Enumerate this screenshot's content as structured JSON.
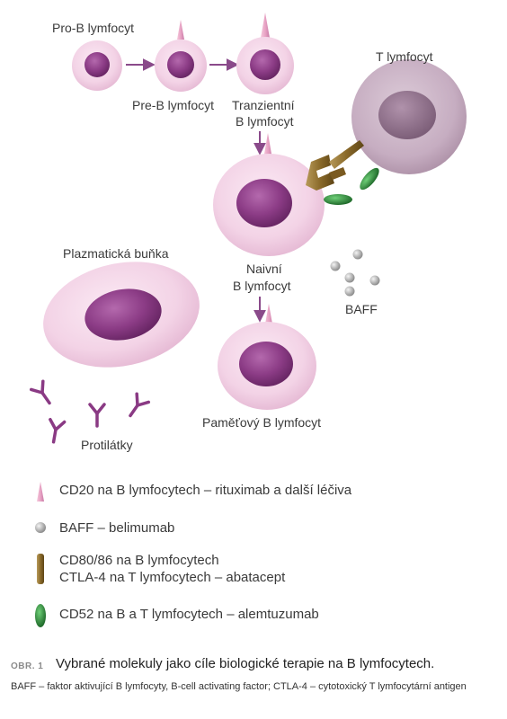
{
  "labels": {
    "pro_b": "Pro-B lymfocyt",
    "pre_b": "Pre-B lymfocyt",
    "tranzientni_1": "Tranzientní",
    "tranzientni_2": "B lymfocyt",
    "t_lymfocyt": "T lymfocyt",
    "plazmaticka": "Plazmatická buňka",
    "naivni_1": "Naivní",
    "naivni_2": "B lymfocyt",
    "baff": "BAFF",
    "pametovy": "Paměťový B lymfocyt",
    "protilatky": "Protilátky"
  },
  "legend": [
    {
      "icon": "cd20-spike-icon",
      "text": "CD20 na B lymfocytech – rituximab a další léčiva"
    },
    {
      "icon": "baff-sphere-icon",
      "text": "BAFF – belimumab"
    },
    {
      "icon": "cd80-rod-icon",
      "text": "CD80/86 na B lymfocytech",
      "text2": "CTLA-4 na T lymfocytech – abatacept"
    },
    {
      "icon": "cd52-ellipse-icon",
      "text": "CD52 na B a T lymfocytech – alemtuzumab"
    }
  ],
  "caption": {
    "number": "OBR. 1",
    "title": "Vybrané molekuly jako cíle biologické terapie na B lymfocytech.",
    "note": "BAFF – faktor aktivující B lymfocyty, B-cell activating factor; CTLA-4 – cytotoxický T lymfocytární antigen"
  },
  "colors": {
    "cell_membrane": "#f2d2e6",
    "b_nucleus": "#8a3a84",
    "t_cell": "#c7aec3",
    "t_nucleus": "#9a7a95",
    "arrow": "#8a4a8a",
    "spike": "#e8a8c8",
    "baff": "#b0b0b0",
    "abatacept": "#8a6a2a",
    "cd52": "#2f8a3a",
    "antibody": "#8a3a84"
  }
}
